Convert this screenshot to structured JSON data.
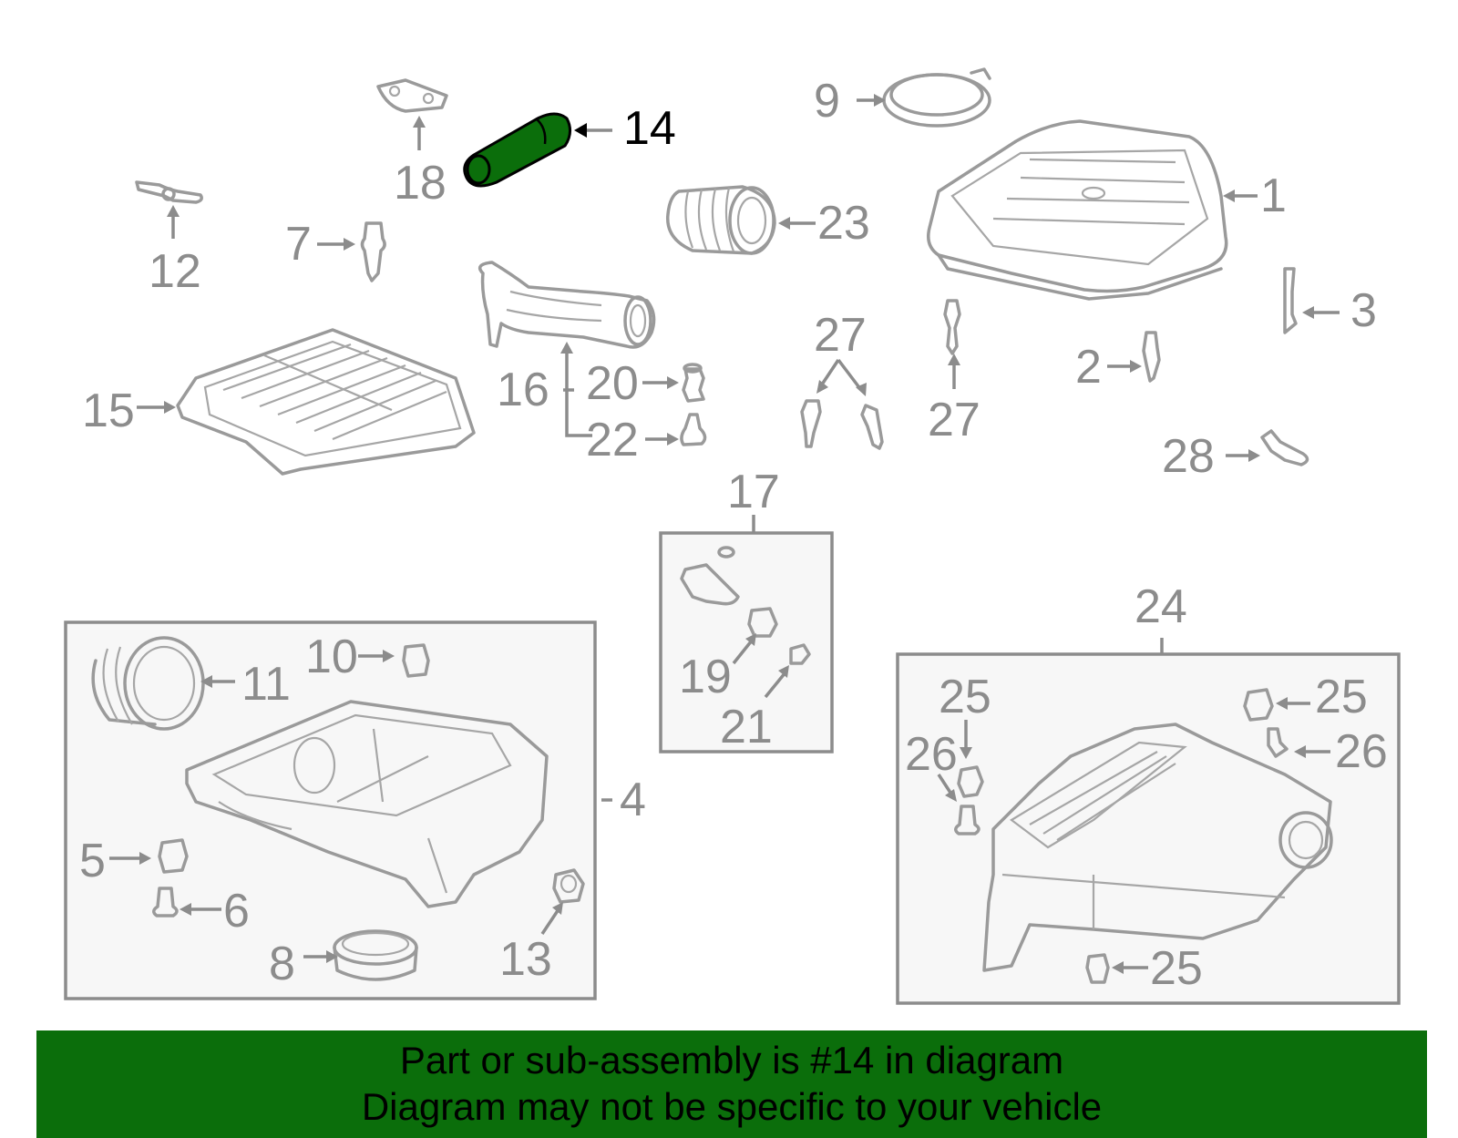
{
  "highlight": {
    "color": "#0b6e0b",
    "part": "14"
  },
  "labels": {
    "l1": "1",
    "l2": "2",
    "l3": "3",
    "l4": "4",
    "l5": "5",
    "l6": "6",
    "l7": "7",
    "l8": "8",
    "l9": "9",
    "l10": "10",
    "l11": "11",
    "l12": "12",
    "l13": "13",
    "l14": "14",
    "l15": "15",
    "l16": "16",
    "l17": "17",
    "l18": "18",
    "l19": "19",
    "l20": "20",
    "l21": "21",
    "l22": "22",
    "l23": "23",
    "l24": "24",
    "l25a": "25",
    "l25b": "25",
    "l25c": "25",
    "l26a": "26",
    "l26b": "26",
    "l27a": "27",
    "l27b": "27",
    "l28": "28"
  },
  "banner": {
    "line1": "Part or sub-assembly is #14 in diagram",
    "line2": "Diagram may not be specific to your vehicle"
  }
}
